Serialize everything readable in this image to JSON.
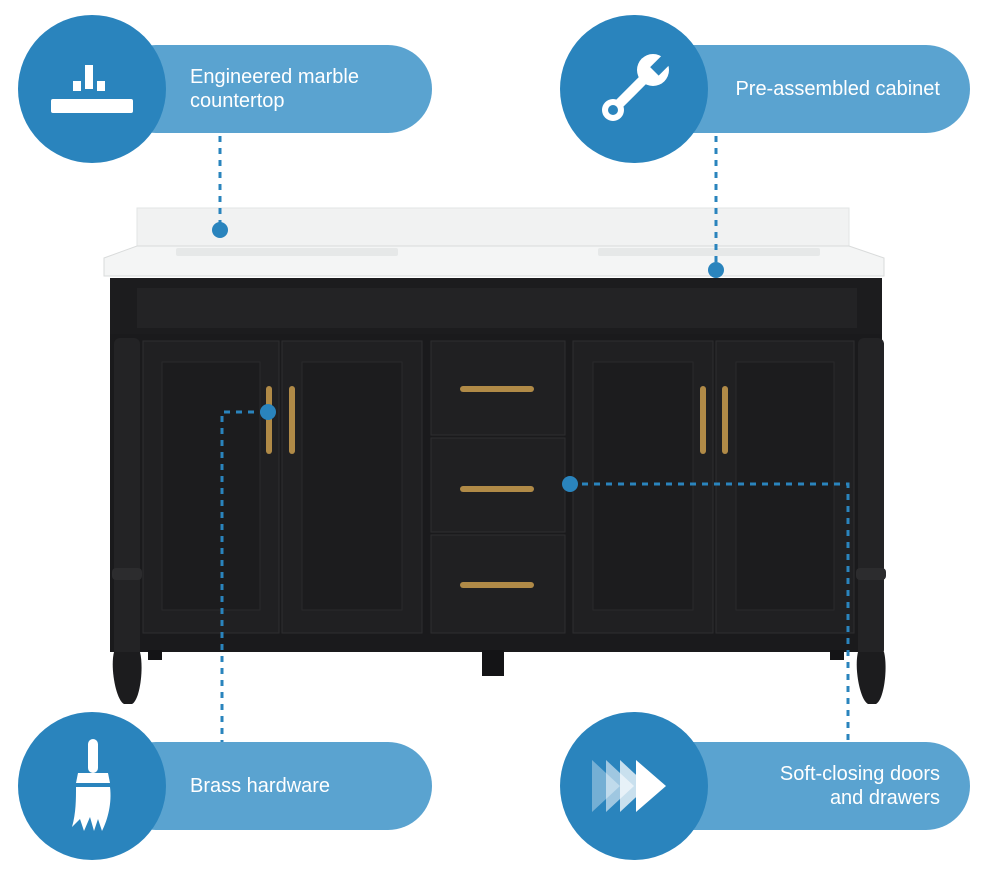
{
  "features": [
    {
      "id": "countertop",
      "label": "Engineered marble\ncountertop",
      "icon": "countertop-icon"
    },
    {
      "id": "cabinet",
      "label": "Pre-assembled cabinet",
      "icon": "wrench-icon"
    },
    {
      "id": "hardware",
      "label": "Brass hardware",
      "icon": "brush-icon"
    },
    {
      "id": "softclose",
      "label": "Soft-closing doors\nand drawers",
      "icon": "fast-forward-icon"
    }
  ],
  "colors": {
    "circle": "#2a84bd",
    "pill": "#5aa3d0",
    "cabinet": "#1c1c1e",
    "counter": "#f2f3f3",
    "brass": "#b08a47"
  }
}
